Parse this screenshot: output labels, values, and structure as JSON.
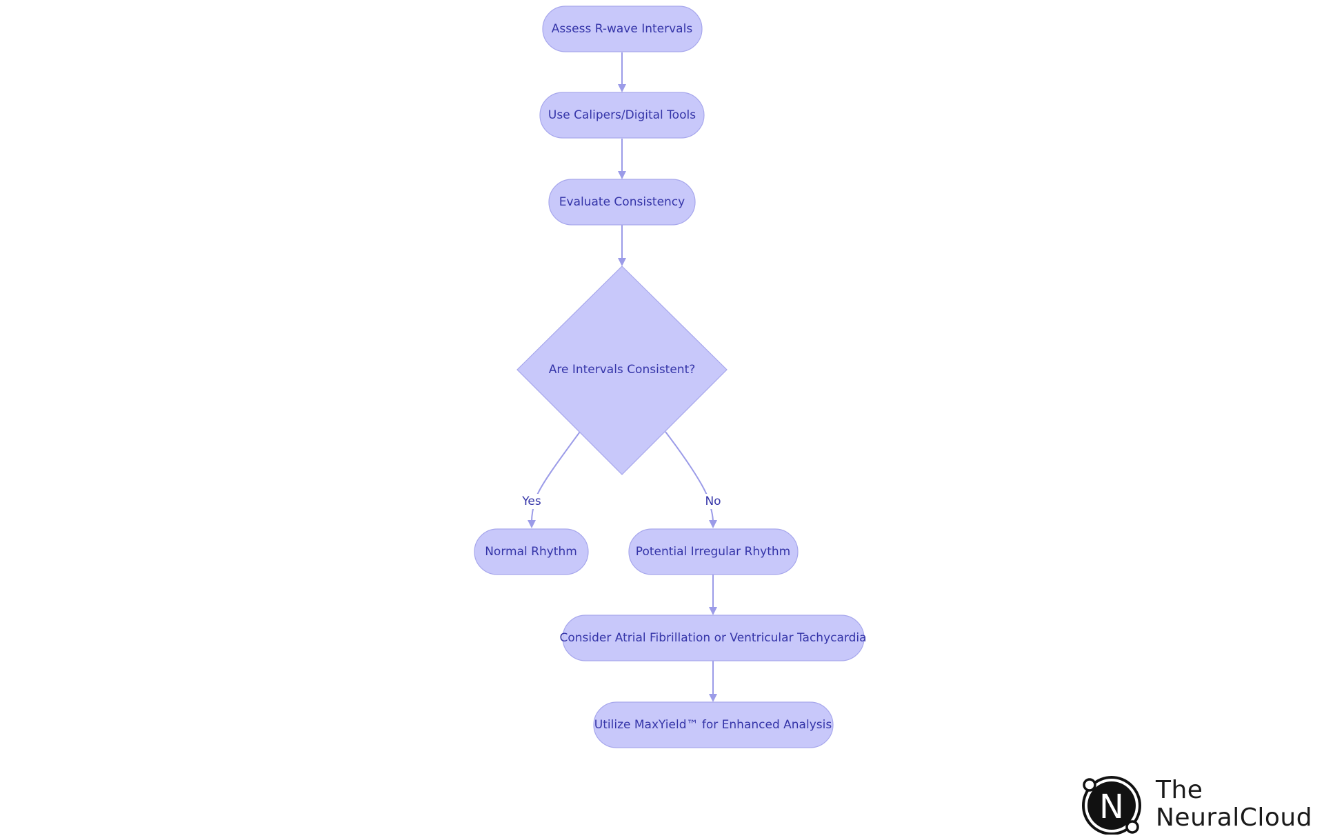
{
  "diagram": {
    "nodes": {
      "assess": "Assess R-wave Intervals",
      "calipers": "Use Calipers/Digital Tools",
      "evaluate": "Evaluate Consistency",
      "decision": "Are Intervals Consistent?",
      "normal": "Normal Rhythm",
      "irregular": "Potential Irregular Rhythm",
      "consider": "Consider Atrial Fibrillation or Ventricular Tachycardia",
      "utilize": "Utilize MaxYield™ for Enhanced Analysis"
    },
    "edge_labels": {
      "yes": "Yes",
      "no": "No"
    }
  },
  "logo": {
    "mark": "N",
    "line1": "The",
    "line2": "NeuralCloud"
  },
  "colors": {
    "node_fill": "#c8c8fa",
    "node_stroke": "#a7a7ec",
    "edge": "#9b9be8",
    "text": "#3434a8"
  }
}
